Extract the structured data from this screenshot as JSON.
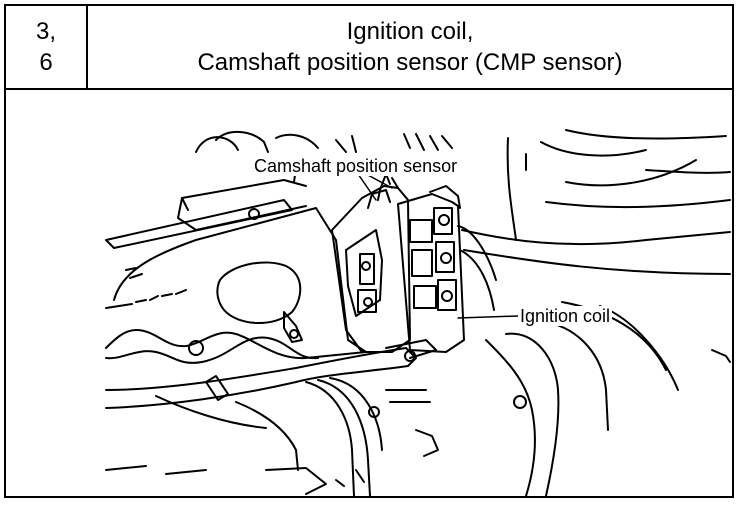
{
  "header": {
    "step_numbers": [
      "3,",
      "6"
    ],
    "title_lines": [
      "Ignition coil,",
      "Camshaft position sensor (CMP sensor)"
    ]
  },
  "figure": {
    "callouts": {
      "cmp_sensor": "Camshaft position sensor",
      "ignition_coil": "Ignition coil"
    }
  }
}
